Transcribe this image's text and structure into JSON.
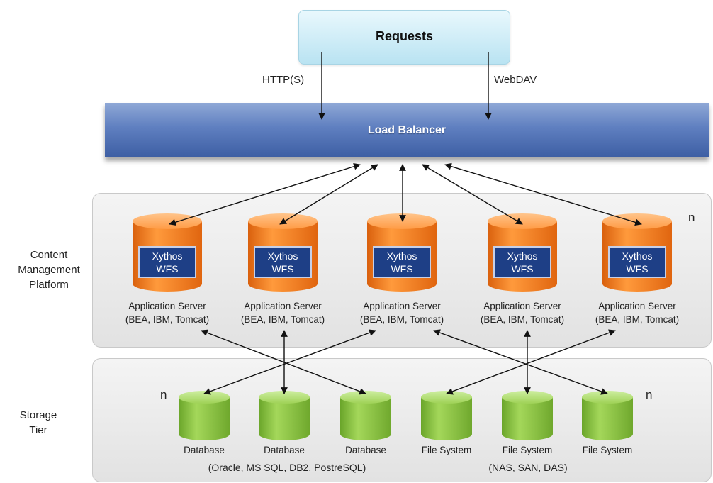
{
  "requests": {
    "label": "Requests"
  },
  "protocols": {
    "left": "HTTP(S)",
    "right": "WebDAV"
  },
  "load_balancer": {
    "label": "Load Balancer"
  },
  "tiers": {
    "platform": {
      "lines": [
        "Content",
        "Management",
        "Platform"
      ],
      "count_label": "n"
    },
    "storage": {
      "lines": [
        "Storage",
        "Tier"
      ],
      "count_label": "n"
    }
  },
  "app_servers": {
    "box_lines": [
      "Xythos",
      "WFS"
    ],
    "label_lines": [
      "Application Server",
      "(BEA, IBM, Tomcat)"
    ],
    "count": 5
  },
  "storage_items": [
    {
      "label": "Database"
    },
    {
      "label": "Database"
    },
    {
      "label": "Database"
    },
    {
      "label": "File System"
    },
    {
      "label": "File System"
    },
    {
      "label": "File System"
    }
  ],
  "storage_groups": {
    "databases": "(Oracle, MS SQL, DB2, PostreSQL)",
    "filesystems": "(NAS, SAN, DAS)"
  },
  "colors": {
    "requests_fill": "#c9ecf7",
    "load_balancer_fill": "#4f6fb3",
    "app_cylinder": "#f07a1a",
    "wfs_box": "#1e3f86",
    "storage_cylinder": "#86c03c"
  }
}
